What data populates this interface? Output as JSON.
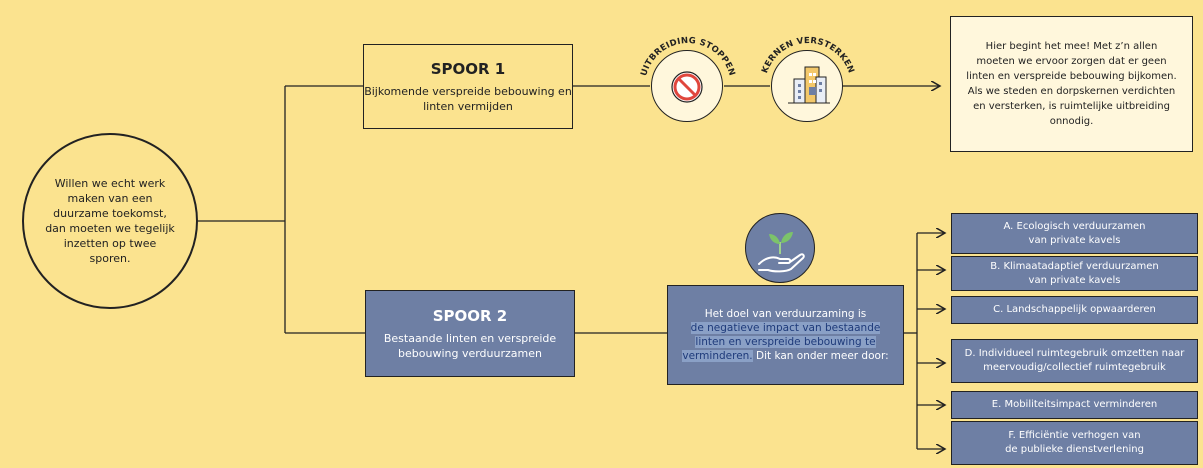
{
  "intro": "Willen we echt werk maken van een duurzame toekomst, dan moeten we tegelijk inzetten op twee sporen.",
  "spoor1": {
    "title": "SPOOR 1",
    "subtitle": "Bijkomende verspreide bebouwing en linten vermijden"
  },
  "spoor2": {
    "title": "SPOOR 2",
    "subtitle": "Bestaande linten en verspreide bebouwing verduurzamen"
  },
  "badges": {
    "stop": "UITBREIDING STOPPEN",
    "kernen": "KERNEN VERSTERKEN"
  },
  "info": "Hier begint het mee! Met z’n allen moeten we ervoor zorgen dat er geen linten en verspreide bebouwing bijkomen. Als we steden en dorpskernen verdichten en versterken, is ruimtelijke uitbreiding onnodig.",
  "goal": {
    "intro": "Het doel van verduurzaming is",
    "highlight": "de negatieve impact van bestaande linten en verspreide bebouwing te verminderen.",
    "outro": " Dit kan onder meer door:"
  },
  "items": [
    "A. Ecologisch verduurzamen van private kavels",
    "B. Klimaatadaptief verduurzamen van private kavels",
    "C. Landschappelijk opwaarderen",
    "D. Individueel ruimtegebruik omzetten naar meervoudig/collectief ruimtegebruik",
    "E. Mobiliteitsimpact verminderen",
    "F. Efficiëntie verhogen van de publieke dienstverlening"
  ],
  "icons": [
    "no-entry-icon",
    "buildings-icon",
    "hand-plant-icon"
  ],
  "colors": {
    "background": "#fbe38f",
    "box_blue": "#6e7fa4",
    "box_light": "#fff7dc",
    "highlight": "#8aa0c6"
  }
}
